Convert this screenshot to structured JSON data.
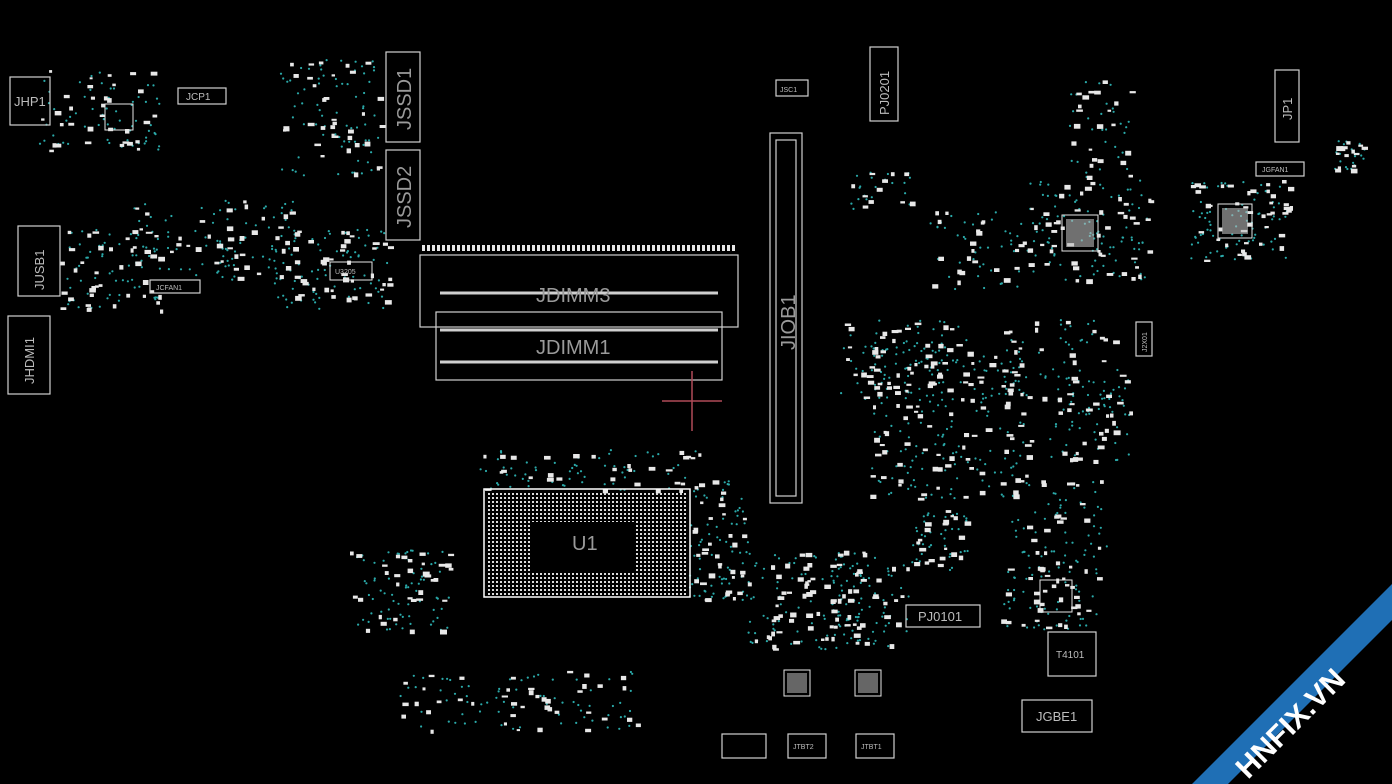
{
  "colors": {
    "background": "#000000",
    "silkscreen": "#d0d0d0",
    "via": "#2aa9a9",
    "crosshair": "#b04a58",
    "watermark_band": "#1f6fb5"
  },
  "components": {
    "jhp1": "JHP1",
    "jcp1": "JCP1",
    "jusb1": "JUSB1",
    "jhdmi1": "JHDMI1",
    "jfan1_small": "JCFAN1",
    "jssd1": "JSSD1",
    "jssd2": "JSSD2",
    "u3205": "U3205",
    "jdimm3": "JDIMM3",
    "jdimm1": "JDIMM1",
    "jsc1": "JSC1",
    "jiob1": "JIOB1",
    "pj0201": "PJ0201",
    "jp1": "JP1",
    "jgfan1": "JGFAN1",
    "u1": "U1",
    "pj0101": "PJ0101",
    "t4101": "T4101",
    "jgbe1": "JGBE1",
    "jtbt2": "JTBT2",
    "jtbt1": "JTBT1",
    "j2x01": "J2X01"
  },
  "watermark": {
    "text": "HNFIX.VN"
  }
}
